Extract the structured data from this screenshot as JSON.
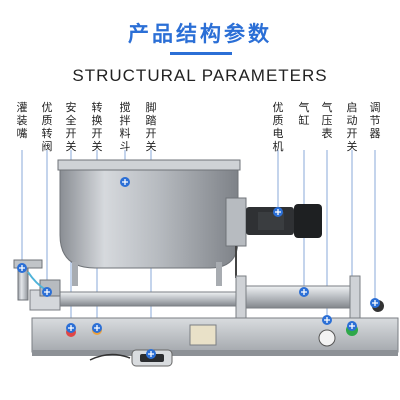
{
  "header": {
    "title_cn": "产品结构参数",
    "title_en": "STRUCTURAL PARAMETERS"
  },
  "labels_left": [
    {
      "id": "filling-nozzle",
      "text": "灌装嘴"
    },
    {
      "id": "quality-rotary-valve",
      "text": "优质转阀"
    },
    {
      "id": "safety-switch",
      "text": "安全开关"
    },
    {
      "id": "changeover-switch",
      "text": "转换开关"
    },
    {
      "id": "mixing-hopper",
      "text": "搅拌料斗"
    },
    {
      "id": "foot-pedal-switch",
      "text": "脚踏开关"
    }
  ],
  "labels_right": [
    {
      "id": "quality-motor",
      "text": "优质电机"
    },
    {
      "id": "air-cylinder",
      "text": "气缸"
    },
    {
      "id": "pressure-gauge",
      "text": "气压表"
    },
    {
      "id": "start-switch",
      "text": "启动开关"
    },
    {
      "id": "regulator",
      "text": "调节器"
    }
  ],
  "colors": {
    "accent": "#2b6fd6",
    "marker": "#2b6fd6",
    "steel": "#c9ccd1"
  },
  "icons": [
    "plus-marker-icon"
  ]
}
